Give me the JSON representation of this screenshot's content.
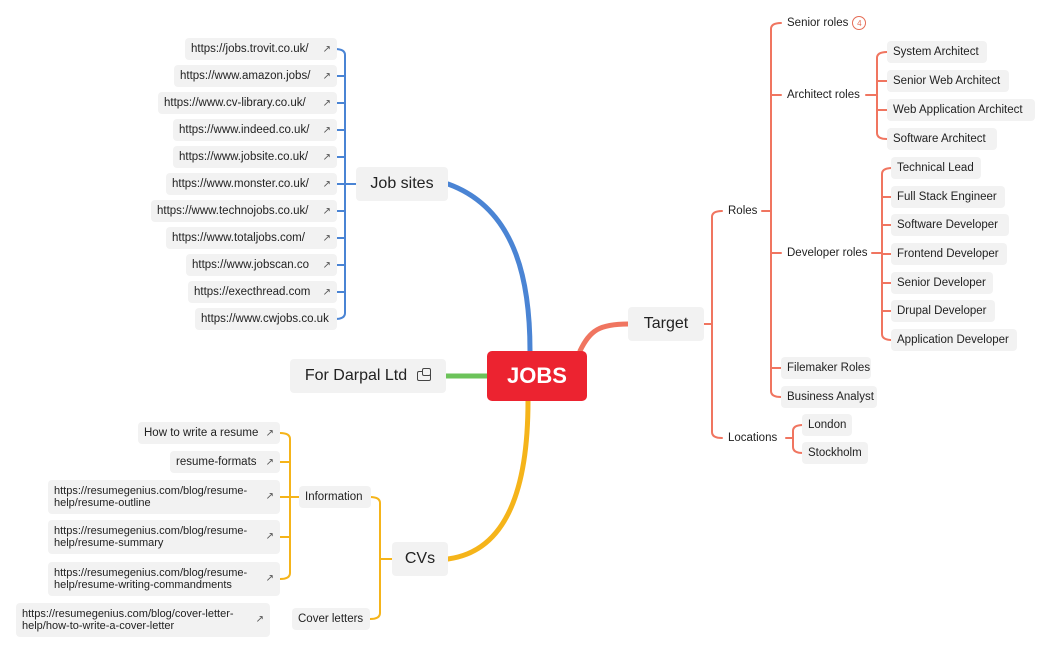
{
  "root": {
    "label": "JOBS"
  },
  "job_sites": {
    "label": "Job sites",
    "color": "#4a84d4",
    "items": [
      "https://jobs.trovit.co.uk/",
      "https://www.amazon.jobs/",
      "https://www.cv-library.co.uk/",
      "https://www.indeed.co.uk/",
      "https://www.jobsite.co.uk/",
      "https://www.monster.co.uk/",
      "https://www.technojobs.co.uk/",
      "https://www.totaljobs.com/",
      "https://www.jobscan.co",
      "https://execthread.com",
      "https://www.cwjobs.co.uk"
    ]
  },
  "darpal": {
    "label": "For Darpal Ltd",
    "color": "#6cc35a"
  },
  "cvs": {
    "label": "CVs",
    "color": "#f5b41a",
    "information": {
      "label": "Information",
      "items": [
        "How to write a resume",
        "resume-formats",
        "https://resumegenius.com/blog/resume-help/resume-outline",
        "https://resumegenius.com/blog/resume-help/resume-summary",
        "https://resumegenius.com/blog/resume-help/resume-writing-commandments"
      ]
    },
    "cover_letters": {
      "label": "Cover letters",
      "items": [
        "https://resumegenius.com/blog/cover-letter-help/how-to-write-a-cover-letter"
      ]
    }
  },
  "target": {
    "label": "Target",
    "color": "#f07560",
    "roles": {
      "label": "Roles",
      "senior": {
        "label": "Senior roles",
        "badge": "4"
      },
      "architect": {
        "label": "Architect roles",
        "items": [
          "System Architect",
          "Senior Web Architect",
          "Web Application Architect",
          "Software Architect"
        ]
      },
      "developer": {
        "label": "Developer roles",
        "items": [
          "Technical Lead",
          "Full Stack Engineer",
          "Software Developer",
          "Frontend Developer",
          "Senior Developer",
          "Drupal Developer",
          "Application Developer"
        ]
      },
      "filemaker": "Filemaker Roles",
      "business": "Business Analyst"
    },
    "locations": {
      "label": "Locations",
      "items": [
        "London",
        "Stockholm"
      ]
    }
  },
  "icons": {
    "external_link": "↗",
    "link": "link-icon"
  }
}
